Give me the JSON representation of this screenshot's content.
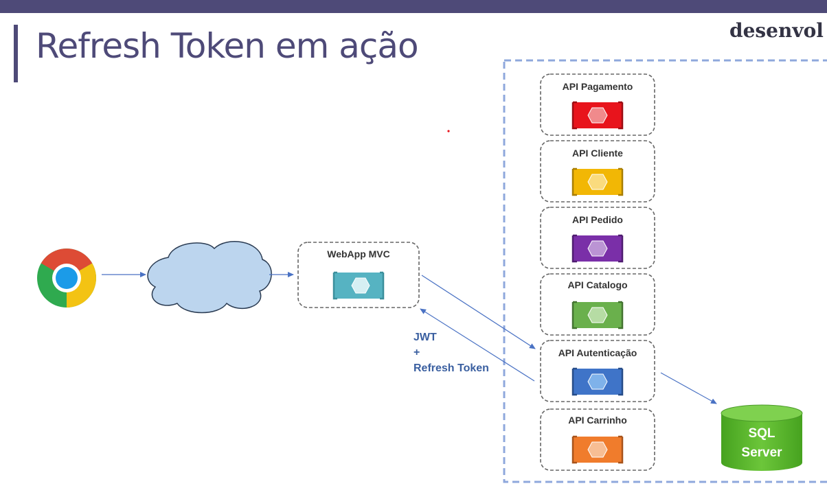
{
  "slide": {
    "title": "Refresh Token em ação",
    "brand": "desenvol"
  },
  "diagram": {
    "webapp_label": "WebApp MVC",
    "apis": [
      {
        "label": "API Pagamento",
        "color": "#e8141c"
      },
      {
        "label": "API Cliente",
        "color": "#f2b705"
      },
      {
        "label": "API Pedido",
        "color": "#7a2fa8"
      },
      {
        "label": "API Catalogo",
        "color": "#6ab04c"
      },
      {
        "label": "API Autenticação",
        "color": "#3f74c8"
      },
      {
        "label": "API Carrinho",
        "color": "#f07c2c"
      }
    ],
    "token_label": [
      "JWT",
      "+",
      "Refresh Token"
    ],
    "db_label": [
      "SQL",
      "Server"
    ],
    "colors": {
      "accent": "#4e4a78",
      "container_dash": "#8fa8dc",
      "arrow": "#4a72c4",
      "db": "#5cb82e",
      "webapp": "#56b3c2",
      "cloud": "#bcd5ee"
    }
  }
}
